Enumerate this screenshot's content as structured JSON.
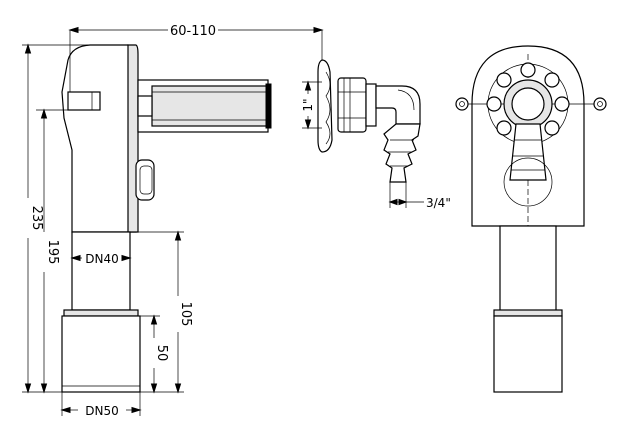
{
  "dimensions": {
    "top_width": "60-110",
    "total_height": "235",
    "inlet_height": "195",
    "outlet_height": "105",
    "tail_height": "50",
    "pipe_dn40": "DN40",
    "pipe_dn50": "DN50",
    "thread_inch": "1\"",
    "hose_thread": "3/4\""
  }
}
